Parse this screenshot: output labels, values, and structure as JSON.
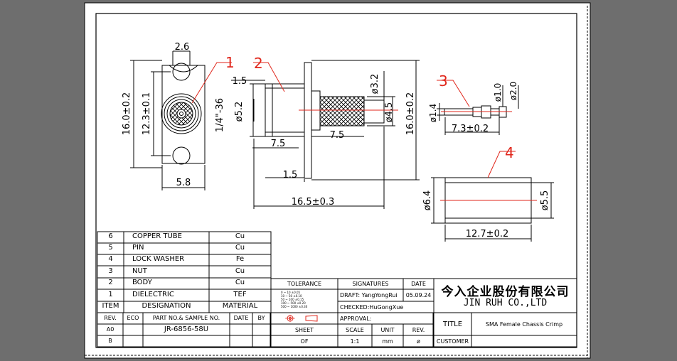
{
  "colors": {
    "background": "#6e6e6e",
    "paper": "#ffffff",
    "ink": "#000000",
    "callout": "#e0261b"
  },
  "callouts": [
    "1",
    "2",
    "3",
    "4"
  ],
  "dimensions": {
    "front_width_top": "2.6",
    "front_height": "16.0±0.2",
    "front_holes": "12.3±0.1",
    "front_width": "5.8",
    "side_step1": "1.5",
    "side_thread": "1/4\"-36",
    "side_dia": "ø5.2",
    "side_len1": "7.5",
    "side_len2": "7.5",
    "side_step2": "1.5",
    "side_total": "16.5±0.3",
    "side_dia32": "ø3.2",
    "side_dia45": "ø4.5",
    "side_height": "16.0±0.2",
    "pin_dia14": "ø1.4",
    "pin_dia10": "ø1.0",
    "pin_dia20": "ø2.0",
    "pin_len": "7.3±0.2",
    "tube_dia64": "ø6.4",
    "tube_dia55": "ø5.5",
    "tube_len": "12.7±0.2"
  },
  "bom": {
    "rows": [
      {
        "item": "6",
        "designation": "COPPER TUBE",
        "material": "Cu"
      },
      {
        "item": "5",
        "designation": "PIN",
        "material": "Cu"
      },
      {
        "item": "4",
        "designation": "LOCK WASHER",
        "material": "Fe"
      },
      {
        "item": "3",
        "designation": "NUT",
        "material": "Cu"
      },
      {
        "item": "2",
        "designation": "BODY",
        "material": "Cu"
      },
      {
        "item": "1",
        "designation": "DIELECTRIC",
        "material": "TEF"
      }
    ],
    "header": {
      "item": "ITEM",
      "designation": "DESIGNATION",
      "material": "MATERIAL"
    }
  },
  "revisions": {
    "header": {
      "rev": "REV.",
      "eco": "ECO",
      "part": "PART NO.& SAMPLE NO.",
      "date": "DATE",
      "by": "BY"
    },
    "rows": [
      {
        "rev": "A0",
        "part": "JR-6856-58U"
      },
      {
        "rev": "B",
        "part": ""
      }
    ]
  },
  "title_block": {
    "tolerance": "TOLERANCE",
    "tol_values": [
      "0 ~ 10   ±0.05",
      "10 ~ 50   ±0.10",
      "50 ~ 100  ±0.15",
      "100 ~ 500  ±0.20",
      "500 ~ 1000  ±0.30"
    ],
    "signatures": "SIGNATURES",
    "date_label": "DATE",
    "draft": "DRAFT: YangYongRui",
    "draft_date": "05.09.24",
    "checked": "CHECKED:HuGongXue",
    "approval": "APPROVAL:",
    "sheet": "SHEET",
    "sheet_value": "OF",
    "scale": "SCALE",
    "scale_value": "1:1",
    "unit": "UNIT",
    "unit_value": "mm",
    "rev": "REV.",
    "rev_value": "ø",
    "company_cn": "今入企业股份有限公司",
    "company_en": "JIN RUH CO.,LTD",
    "title": "TITLE",
    "title_value": "SMA Female Chassis Crimp",
    "customer": "CUSTOMER"
  }
}
